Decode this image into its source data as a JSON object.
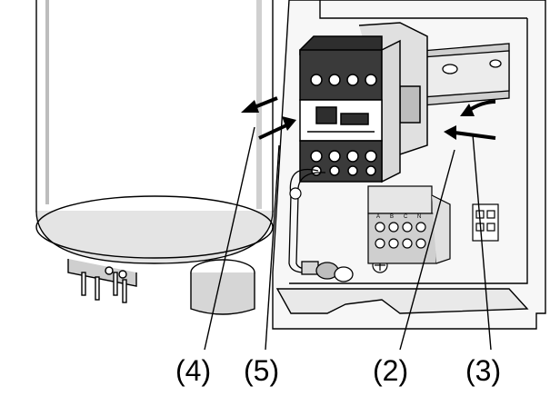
{
  "callouts": {
    "item_4": "(4)",
    "item_5": "(5)",
    "item_2": "(2)",
    "item_3": "(3)"
  },
  "terminal_letters": [
    "A",
    "B",
    "C",
    "N"
  ],
  "colors": {
    "line": "#000000",
    "shade": "#d4d4d4",
    "background": "#ffffff"
  }
}
